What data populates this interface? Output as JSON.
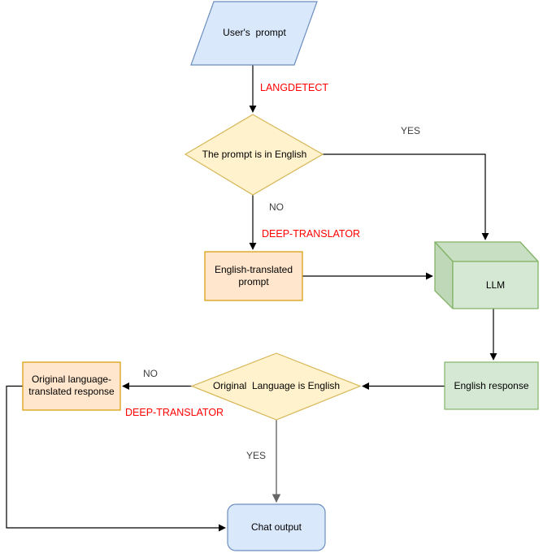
{
  "nodes": {
    "users_prompt": {
      "label": "User's  prompt",
      "shape": "parallelogram",
      "fill": "#dae8fc",
      "stroke": "#6c8ebf"
    },
    "prompt_is_english": {
      "label": "The prompt is in English",
      "shape": "decision-diamond",
      "fill": "#fff2cc",
      "stroke": "#d6b656"
    },
    "english_translated_prompt": {
      "label": "English-translated prompt",
      "shape": "rectangle",
      "fill": "#ffe6cc",
      "stroke": "#d79b00"
    },
    "llm": {
      "label": "LLM",
      "shape": "cube-3d",
      "fill": "#d5e8d4",
      "stroke": "#82b366"
    },
    "english_response": {
      "label": "English response",
      "shape": "rectangle",
      "fill": "#d5e8d4",
      "stroke": "#82b366"
    },
    "original_language_is_english": {
      "label": "Original  Language is English",
      "shape": "decision-diamond",
      "fill": "#fff2cc",
      "stroke": "#d6b656"
    },
    "original_language_translated_response": {
      "label": "Original language-translated response",
      "shape": "rectangle",
      "fill": "#ffe6cc",
      "stroke": "#d79b00"
    },
    "chat_output": {
      "label": "Chat output",
      "shape": "rounded-rectangle",
      "fill": "#dae8fc",
      "stroke": "#6c8ebf"
    }
  },
  "edge_labels": {
    "langdetect": "LANGDETECT",
    "yes_top": "YES",
    "no_top": "NO",
    "deep_translator_top": "DEEP-TRANSLATOR",
    "no_bottom": "NO",
    "deep_translator_bottom": "DEEP-TRANSLATOR",
    "yes_bottom": "YES"
  },
  "edges": [
    {
      "from": "users_prompt",
      "to": "prompt_is_english",
      "label": "LANGDETECT"
    },
    {
      "from": "prompt_is_english",
      "to": "llm",
      "label": "YES"
    },
    {
      "from": "prompt_is_english",
      "to": "english_translated_prompt",
      "label": "NO, DEEP-TRANSLATOR"
    },
    {
      "from": "english_translated_prompt",
      "to": "llm",
      "label": ""
    },
    {
      "from": "llm",
      "to": "english_response",
      "label": ""
    },
    {
      "from": "english_response",
      "to": "original_language_is_english",
      "label": ""
    },
    {
      "from": "original_language_is_english",
      "to": "original_language_translated_response",
      "label": "NO, DEEP-TRANSLATOR"
    },
    {
      "from": "original_language_is_english",
      "to": "chat_output",
      "label": "YES"
    },
    {
      "from": "original_language_translated_response",
      "to": "chat_output",
      "label": ""
    }
  ],
  "colors": {
    "edge": "#000000",
    "edge_gray": "#666666",
    "annotation_red": "#ff0000",
    "edge_label_text": "#404040",
    "node_text": "#000000",
    "background": "#ffffff"
  }
}
